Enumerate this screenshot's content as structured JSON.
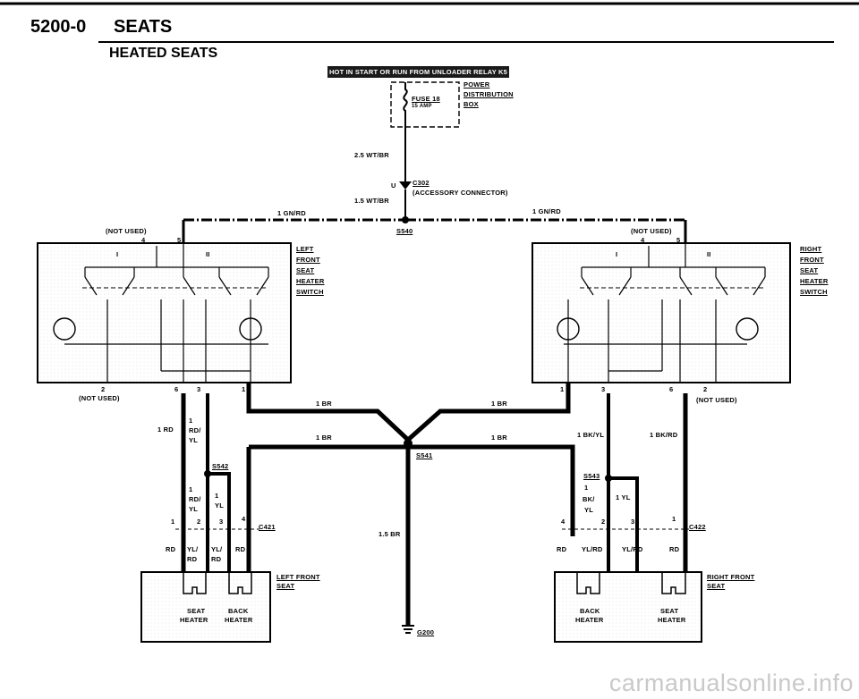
{
  "header": {
    "section_code": "5200-0",
    "section_title": "SEATS",
    "diagram_title": "HEATED SEATS"
  },
  "banner": "HOT IN START OR RUN FROM UNLOADER RELAY K5",
  "pdb": {
    "fuse_name": "FUSE 18",
    "fuse_rating": "15 AMP",
    "label_1": "POWER",
    "label_2": "DISTRIBUTION",
    "label_3": "BOX"
  },
  "wires": {
    "pdb_out": "2.5 WT/BR",
    "conn_u": "U",
    "c302": "C302",
    "c302_desc": "(ACCESSORY CONNECTOR)",
    "trunk": "1.5 WT/BR",
    "feed_left": "1 GN/RD",
    "feed_right": "1 GN/RD",
    "s540": "S540",
    "not_used_tl": "(NOT USED)",
    "not_used_tr": "(NOT USED)",
    "pin4_l": "4",
    "pin5_l": "5",
    "pin4_r": "4",
    "pin5_r": "5"
  },
  "left_switch": {
    "name_1": "LEFT",
    "name_2": "FRONT",
    "name_3": "SEAT",
    "name_4": "HEATER",
    "name_5": "SWITCH",
    "pos_1": "I",
    "pos_2": "II",
    "pin2": "2",
    "not_used": "(NOT USED)",
    "pin6": "6",
    "pin3": "3",
    "pin1": "1"
  },
  "right_switch": {
    "name_1": "RIGHT",
    "name_2": "FRONT",
    "name_3": "SEAT",
    "name_4": "HEATER",
    "name_5": "SWITCH",
    "pos_1": "I",
    "pos_2": "II",
    "pin1": "1",
    "pin3": "3",
    "pin6": "6",
    "pin2": "2",
    "not_used": "(NOT USED)"
  },
  "ground": {
    "br_ul": "1 BR",
    "br_ur": "1 BR",
    "br_ll": "1 BR",
    "br_lr": "1 BR",
    "s541": "S541",
    "trunk": "1.5 BR",
    "g200": "G200"
  },
  "left_wiring": {
    "w_rd": "1 RD",
    "w_rdyl_a": "1",
    "w_rdyl_b": "RD/",
    "w_rdyl_c": "YL",
    "s542": "S542",
    "w2_a": "1",
    "w2_b": "RD/",
    "w2_c": "YL",
    "w3_a": "1",
    "w3_b": "YL",
    "c_pin1": "1",
    "c_pin2": "2",
    "c_pin3": "3",
    "c_pin4": "4",
    "c421": "C421",
    "s_rd": "RD",
    "s_ylrd1": "YL/",
    "s_ylrd1b": "RD",
    "s_ylrd2": "YL/",
    "s_ylrd2b": "RD",
    "s_rd2": "RD"
  },
  "right_wiring": {
    "w_bkyl": "1 BK/YL",
    "w_bkrd": "1 BK/RD",
    "s543": "S543",
    "w2_a": "1",
    "w2_b": "BK/",
    "w2_c": "YL",
    "w3": "1 YL",
    "c_pin4": "4",
    "c_pin2": "2",
    "c_pin3": "3",
    "c_pin1": "1",
    "c422": "C422",
    "s_rd": "RD",
    "s_ylrd1": "YL/RD",
    "s_ylrd2": "YL/RD",
    "s_rd2": "RD"
  },
  "left_seat": {
    "title_1": "LEFT FRONT",
    "title_2": "SEAT",
    "h1_a": "SEAT",
    "h1_b": "HEATER",
    "h2_a": "BACK",
    "h2_b": "HEATER"
  },
  "right_seat": {
    "title_1": "RIGHT FRONT",
    "title_2": "SEAT",
    "h1_a": "BACK",
    "h1_b": "HEATER",
    "h2_a": "SEAT",
    "h2_b": "HEATER"
  },
  "watermark": "carmanualsonline.info"
}
